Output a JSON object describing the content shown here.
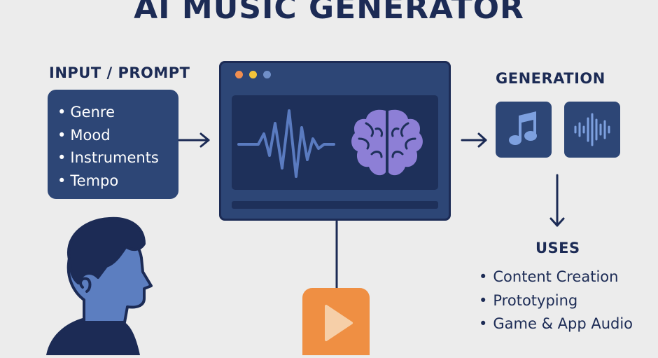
{
  "title": "AI MUSIC GENERATOR",
  "input": {
    "heading": "INPUT / PROMPT",
    "items": [
      "Genre",
      "Mood",
      "Instruments",
      "Tempo"
    ]
  },
  "generation": {
    "heading": "GENERATION",
    "tiles": [
      "music-note-icon",
      "audio-waveform-icon"
    ]
  },
  "uses": {
    "heading": "USES",
    "items": [
      "Content Creation",
      "Prototyping",
      "Game & App Audio"
    ]
  },
  "icons": {
    "window_dots": [
      "#f08e50",
      "#f3c43a",
      "#6f8fc8"
    ],
    "waveform": "waveform-icon",
    "brain": "brain-icon",
    "play": "play-icon",
    "person": "person-silhouette"
  },
  "colors": {
    "background": "#ececec",
    "navy": "#1c2b55",
    "panel": "#2d4676",
    "screen": "#1e305a",
    "brain": "#8d7fd6",
    "wave": "#5a7bc0",
    "play": "#ef8f43",
    "person": "#5c7ec0"
  }
}
